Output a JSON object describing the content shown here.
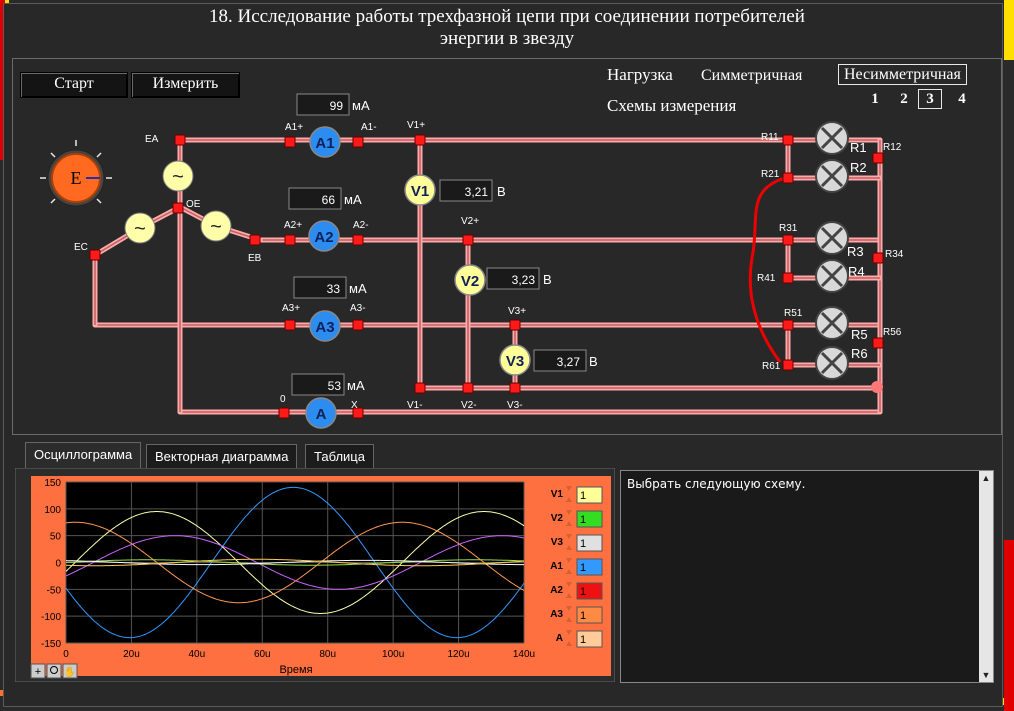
{
  "title_line1": "18. Исследование работы трехфазной цепи при соединении потребителей",
  "title_line2": "энергии в звезду",
  "buttons": {
    "start": "Старт",
    "measure": "Измерить"
  },
  "load": {
    "label": "Нагрузка",
    "symmetric": "Симметричная",
    "asymmetric": "Несимметричная",
    "selected": "Несимметричная"
  },
  "schemes": {
    "label": "Схемы измерения",
    "items": [
      "1",
      "2",
      "3",
      "4"
    ],
    "selected": "3"
  },
  "source": {
    "label": "E",
    "phases": [
      "EA",
      "EB",
      "EC"
    ],
    "neutral": "OE"
  },
  "ammeters": [
    {
      "name": "A1",
      "value": "99",
      "unit": "мА",
      "plus": "A1+",
      "minus": "A1-"
    },
    {
      "name": "A2",
      "value": "66",
      "unit": "мА",
      "plus": "A2+",
      "minus": "A2-"
    },
    {
      "name": "A3",
      "value": "33",
      "unit": "мА",
      "plus": "A3+",
      "minus": "A3-"
    },
    {
      "name": "A",
      "value": "53",
      "unit": "мА",
      "plus": "0",
      "minus": "X"
    }
  ],
  "voltmeters": [
    {
      "name": "V1",
      "value": "3,21",
      "unit": "В",
      "plus": "V1+",
      "minus": "V1-"
    },
    {
      "name": "V2",
      "value": "3,23",
      "unit": "В",
      "plus": "V2+",
      "minus": "V2-"
    },
    {
      "name": "V3",
      "value": "3,27",
      "unit": "В",
      "plus": "V3+",
      "minus": "V3-"
    }
  ],
  "resistors": [
    "R1",
    "R2",
    "R3",
    "R4",
    "R5",
    "R6"
  ],
  "resistor_terminals": [
    "R11",
    "R21",
    "R12",
    "R31",
    "R41",
    "R34",
    "R51",
    "R61",
    "R56"
  ],
  "tabs": [
    "Осциллограмма",
    "Векторная диаграмма",
    "Таблица"
  ],
  "active_tab": "Осциллограмма",
  "message": "Выбрать следующую схему.",
  "legend": [
    {
      "name": "V1",
      "value": "1",
      "color": "#ffff99"
    },
    {
      "name": "V2",
      "value": "1",
      "color": "#33dd22"
    },
    {
      "name": "V3",
      "value": "1",
      "color": "#e0e0e0"
    },
    {
      "name": "A1",
      "value": "1",
      "color": "#3399ff"
    },
    {
      "name": "A2",
      "value": "1",
      "color": "#ee1111"
    },
    {
      "name": "A3",
      "value": "1",
      "color": "#ff8a44"
    },
    {
      "name": "A",
      "value": "1",
      "color": "#ffcc99"
    }
  ],
  "chart_data": {
    "type": "line",
    "xlabel": "Время",
    "ylabel": "",
    "xlim": [
      0,
      140
    ],
    "ylim": [
      -150,
      150
    ],
    "x_ticks": [
      "0",
      "20u",
      "40u",
      "60u",
      "80u",
      "100u",
      "120u",
      "140u"
    ],
    "y_ticks": [
      "150",
      "100",
      "50",
      "0",
      "-50",
      "-100",
      "-150"
    ],
    "grid": true,
    "series": [
      {
        "name": "A1",
        "color": "#3399ff",
        "amplitude": 140,
        "period": 100,
        "phase_deg": 200
      },
      {
        "name": "V2",
        "color": "#ffffaa",
        "amplitude": 95,
        "period": 100,
        "phase_deg": -10
      },
      {
        "name": "A2",
        "color": "#ff9955",
        "amplitude": 75,
        "period": 100,
        "phase_deg": 80
      },
      {
        "name": "A3",
        "color": "#cc66ff",
        "amplitude": 50,
        "period": 100,
        "phase_deg": -30
      },
      {
        "name": "V1",
        "color": "#99dd44",
        "amplitude": 5,
        "period": 100,
        "phase_deg": 0
      },
      {
        "name": "V3",
        "color": "#ffffff",
        "amplitude": 4,
        "period": 100,
        "phase_deg": 120
      },
      {
        "name": "A",
        "color": "#ffcc55",
        "amplitude": 6,
        "period": 100,
        "phase_deg": 240
      }
    ]
  },
  "colors": {
    "wire": "#ffaaaa",
    "wire_core": "#c06060",
    "terminal": "#ff1a1a",
    "ammeter": "#2d8cf0",
    "voltmeter": "#ffff99",
    "panel_bg": "#ff7040",
    "plot_bg": "#000000"
  }
}
